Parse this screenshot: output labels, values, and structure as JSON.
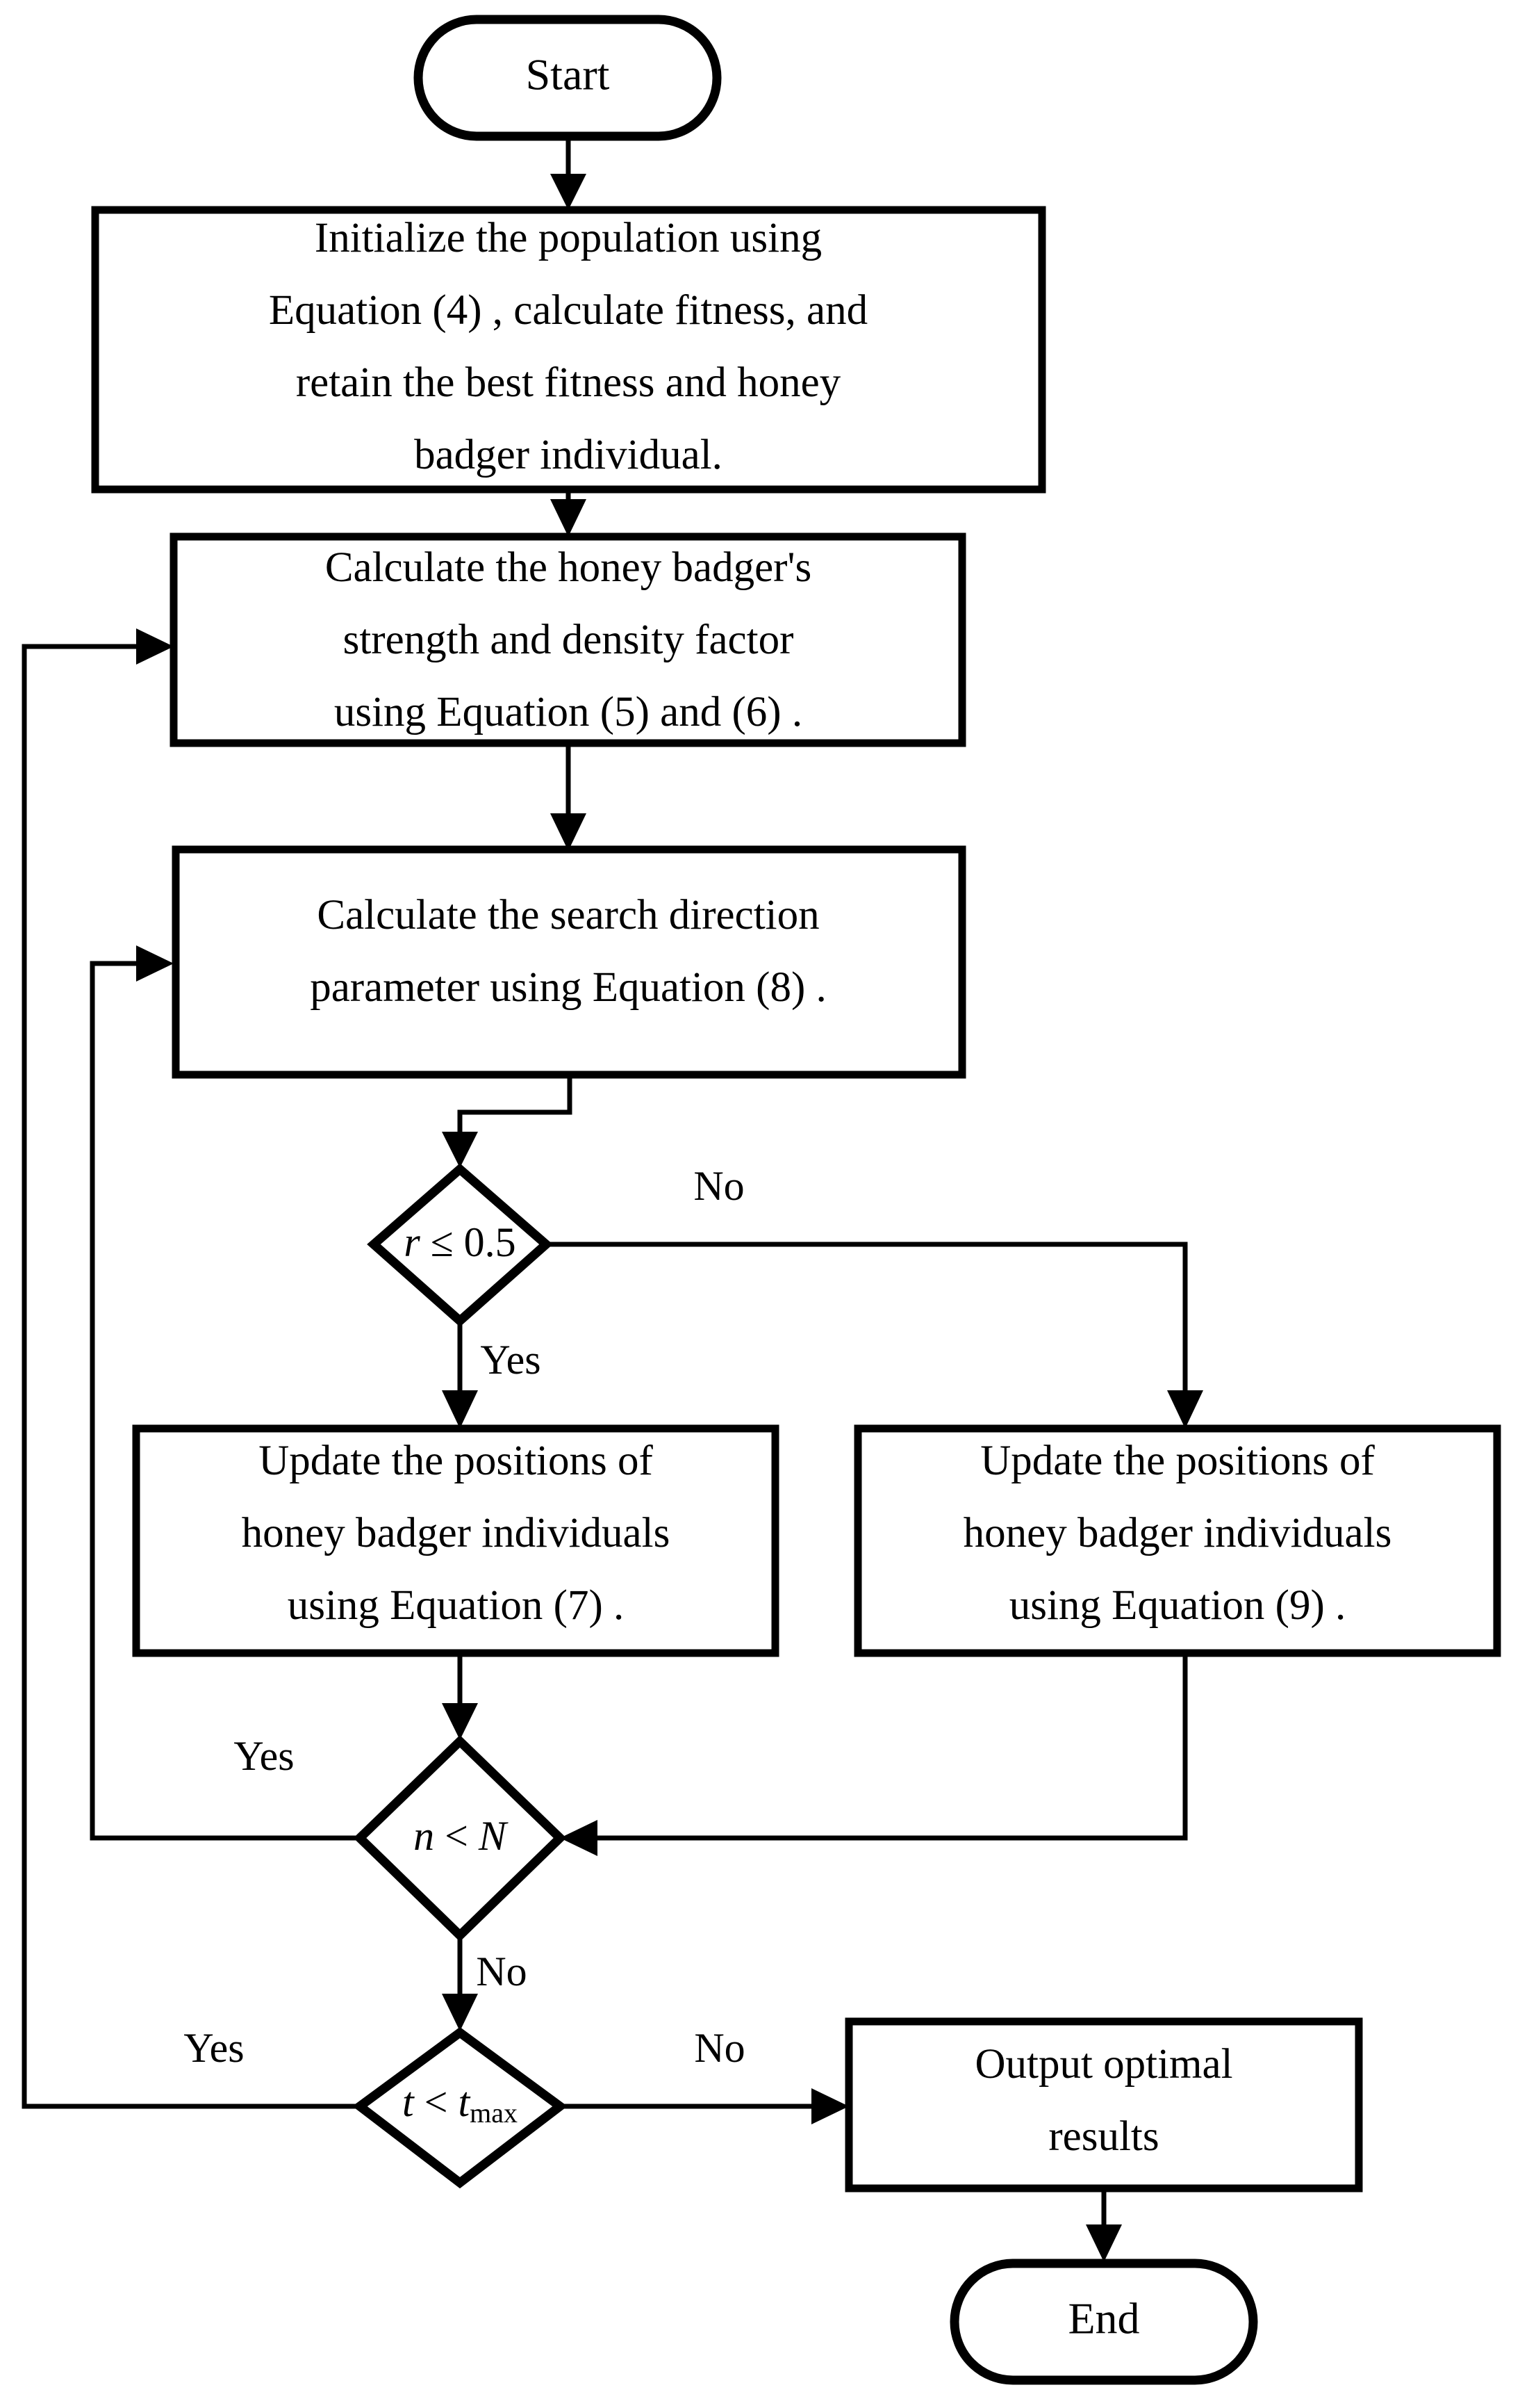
{
  "diagram": {
    "title": "Honey Badger Algorithm Flowchart",
    "background": "#ffffff",
    "line_color": "#000000",
    "nodes": {
      "start": {
        "type": "terminator",
        "label": "Start"
      },
      "init": {
        "type": "process",
        "lines": [
          "Initialize the population using",
          "Equation (4) , calculate fitness, and",
          "retain the best fitness and honey",
          "badger individual."
        ]
      },
      "strength": {
        "type": "process",
        "lines": [
          "Calculate the honey badger's",
          "strength and density factor",
          "using Equation (5) and (6) ."
        ]
      },
      "direction": {
        "type": "process",
        "lines": [
          "Calculate the search direction",
          "parameter using Equation (8) ."
        ]
      },
      "decision_r": {
        "type": "decision",
        "var": "r",
        "op": " ≤ 0.5",
        "label": "r ≤ 0.5"
      },
      "update_left": {
        "type": "process",
        "lines": [
          "Update the positions of",
          "honey badger individuals",
          "using Equation (7) ."
        ]
      },
      "update_right": {
        "type": "process",
        "lines": [
          "Update the positions of",
          "honey badger individuals",
          "using Equation (9) ."
        ]
      },
      "decision_n": {
        "type": "decision",
        "var": "n",
        "op": " < ",
        "var2": "N",
        "label": "n < N"
      },
      "decision_t": {
        "type": "decision",
        "var": "t",
        "op": " < ",
        "var2": "t",
        "sub": "max",
        "label": "t < tmax"
      },
      "output": {
        "type": "process",
        "lines": [
          "Output optimal",
          "results"
        ]
      },
      "end": {
        "type": "terminator",
        "label": "End"
      }
    },
    "edge_labels": {
      "r_no": "No",
      "r_yes": "Yes",
      "n_yes": "Yes",
      "n_no": "No",
      "t_yes": "Yes",
      "t_no": "No"
    }
  }
}
